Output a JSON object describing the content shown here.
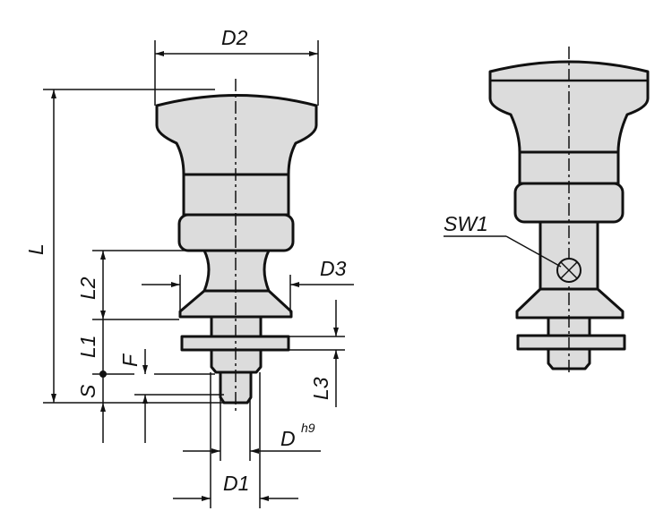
{
  "labels": {
    "D2": "D2",
    "L": "L",
    "L2": "L2",
    "L1": "L1",
    "S": "S",
    "F": "F",
    "D3": "D3",
    "L3": "L3",
    "D": "D",
    "D_tolerance": "h9",
    "D1": "D1",
    "SW1": "SW1"
  },
  "colors": {
    "part_fill": "#dcdcdc",
    "line": "#111111"
  }
}
